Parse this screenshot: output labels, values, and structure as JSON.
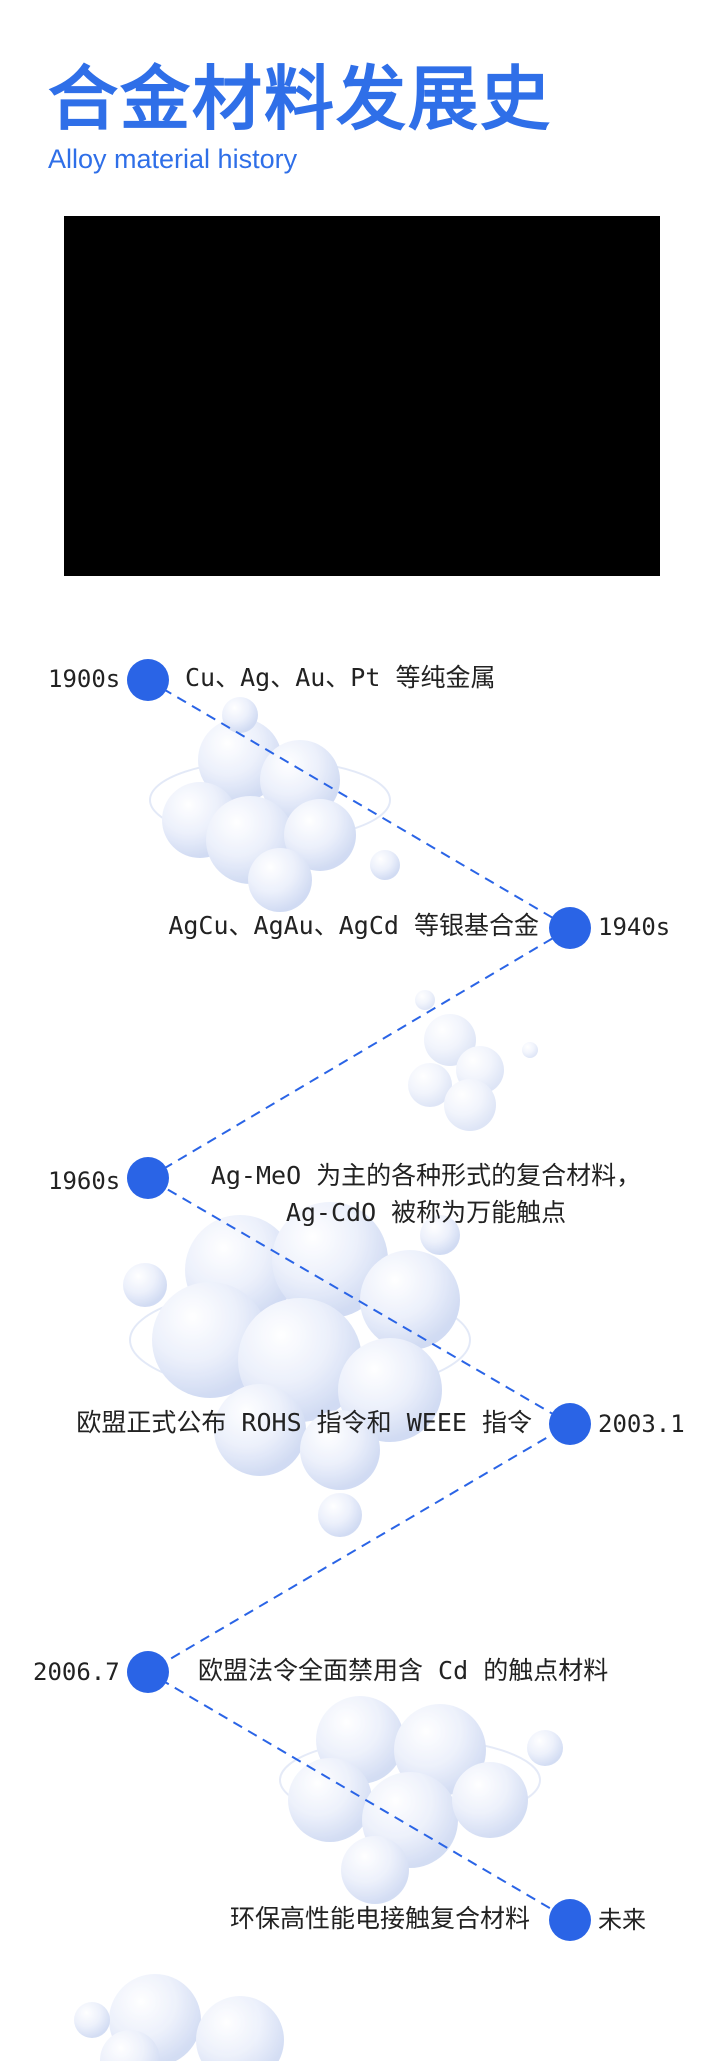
{
  "header": {
    "title_cn": "合金材料发展史",
    "title_en": "Alloy material history"
  },
  "video": {
    "background": "#000000"
  },
  "colors": {
    "accent": "#2f6fe8",
    "dot": "#2a64e6",
    "bubble": "#dde6f8"
  },
  "timeline": [
    {
      "year": "1900s",
      "text": "Cu、Ag、Au、Pt 等纯金属"
    },
    {
      "year": "1940s",
      "text": "AgCu、AgAu、AgCd 等银基合金"
    },
    {
      "year": "1960s",
      "text_line1": "Ag-MeO 为主的各种形式的复合材料，",
      "text_line2": "Ag-CdO 被称为万能触点"
    },
    {
      "year": "2003.1",
      "text": "欧盟正式公布 ROHS 指令和 WEEE 指令"
    },
    {
      "year": "2006.7",
      "text": "欧盟法令全面禁用含 Cd 的触点材料"
    },
    {
      "year": "未来",
      "text": "环保高性能电接触复合材料"
    }
  ]
}
